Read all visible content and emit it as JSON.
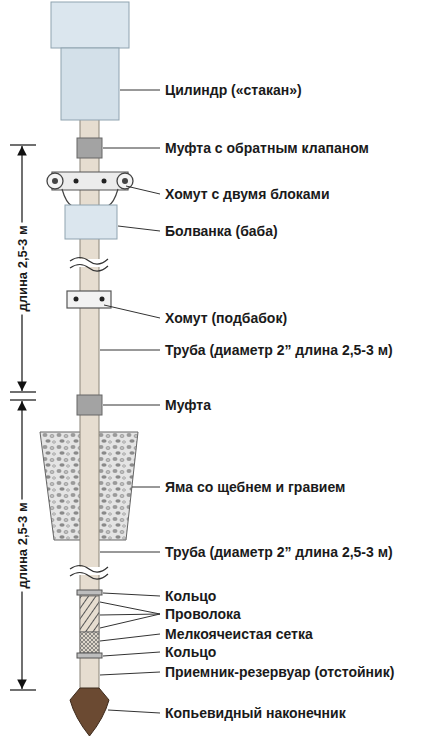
{
  "diagram": {
    "labels": [
      "Цилиндр («стакан»)",
      "Муфта с обратным клапаном",
      "Хомут с двумя блоками",
      "Болванка (баба)",
      "Хомут (подбабок)",
      "Труба (диаметр 2” длина 2,5-3 м)",
      "Муфта",
      "Яма со щебнем и гравием",
      "Труба (диаметр 2” длина 2,5-3 м)",
      "Кольцо",
      "Проволока",
      "Мелкоячеистая сетка",
      "Кольцо",
      "Приемник-резервуар (отстойник)",
      "Копьевидный наконечник",
      "длина 2,5-3 м",
      "длина 2,5-3 м"
    ]
  }
}
